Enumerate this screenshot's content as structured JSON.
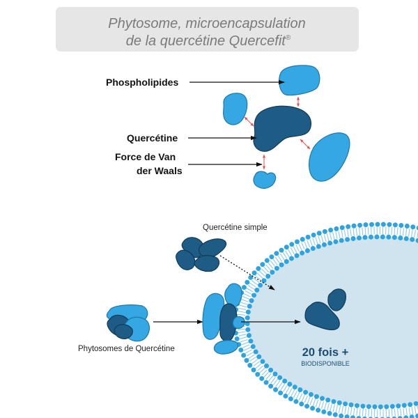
{
  "header": {
    "title_line1": "Phytosome, microencapsulation",
    "title_line2": "de la quercétine Quercefit",
    "title_mark": "®"
  },
  "structure": {
    "phospholipids": "Phospholipides",
    "quercetin": "Quercétine",
    "van_der_waals_1": "Force de Van",
    "van_der_waals_2": "der Waals"
  },
  "absorption": {
    "simple_label": "Quercétine simple",
    "phytosome_label": "Phytosomes de Quercétine",
    "result_value": "20 fois +",
    "result_caption": "BIODISPONIBLE"
  },
  "colors": {
    "header_bg": "#e6e6e6",
    "header_text": "#7a7a7a",
    "phospholipid": "#35a8e4",
    "quercetin": "#1e5b85",
    "van_der_waals_arrow": "#e2524c",
    "membrane": "#2fa3de",
    "cell_interior": "#cfe4ef",
    "result_text": "#1d4d72"
  }
}
